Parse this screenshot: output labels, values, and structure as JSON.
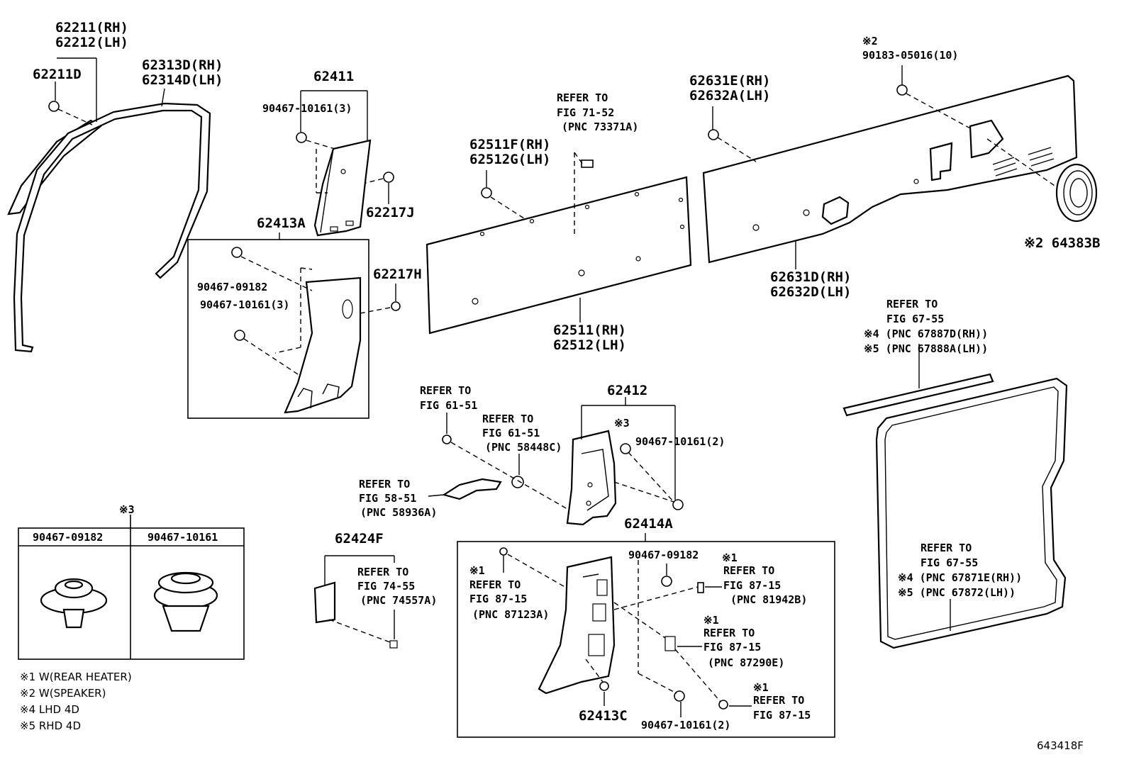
{
  "labels": {
    "l_62211": "62211(RH)",
    "l_62212": "62212(LH)",
    "l_62211D": "62211D",
    "l_62313D": "62313D(RH)",
    "l_62314D": "62314D(LH)",
    "l_62411": "62411",
    "l_90467_10161_3a": "90467-10161(3)",
    "l_62217J": "62217J",
    "l_62413A": "62413A",
    "l_90467_09182_a": "90467-09182",
    "l_90467_10161_3b": "90467-10161(3)",
    "l_62217H": "62217H",
    "l_refer_71_52_a": "REFER TO",
    "l_refer_71_52_b": "FIG 71-52",
    "l_refer_71_52_c": "(PNC 73371A)",
    "l_62511F": "62511F(RH)",
    "l_62512G": "62512G(LH)",
    "l_62511": "62511(RH)",
    "l_62512": "62512(LH)",
    "l_62631E": "62631E(RH)",
    "l_62632A": "62632A(LH)",
    "l_x2_top": "※2",
    "l_90183": "90183-05016(10)",
    "l_64383B": "※2 64383B",
    "l_62631D": "62631D(RH)",
    "l_62632D": "62632D(LH)",
    "l_refer_67_55_top_a": "REFER TO",
    "l_refer_67_55_top_b": "FIG 67-55",
    "l_refer_67_55_top_c": "※4 (PNC 67887D(RH))",
    "l_refer_67_55_top_d": "※5 (PNC 67888A(LH))",
    "l_refer_61_51_a1": "REFER TO",
    "l_refer_61_51_a2": "FIG 61-51",
    "l_refer_61_51_b1": "REFER TO",
    "l_refer_61_51_b2": "FIG 61-51",
    "l_refer_61_51_b3": "(PNC 58448C)",
    "l_62412": "62412",
    "l_x3_mid": "※3",
    "l_90467_10161_2a": "90467-10161(2)",
    "l_refer_58_51_a": "REFER TO",
    "l_refer_58_51_b": "FIG 58-51",
    "l_refer_58_51_c": "(PNC 58936A)",
    "l_62414A": "62414A",
    "l_62424F": "62424F",
    "l_refer_74_55_a": "REFER TO",
    "l_refer_74_55_b": "FIG 74-55",
    "l_refer_74_55_c": "(PNC 74557A)",
    "l_x1_a": "※1",
    "l_refer_87_15_a1": "REFER TO",
    "l_refer_87_15_a2": "FIG 87-15",
    "l_refer_87_15_a3": "(PNC 87123A)",
    "l_90467_09182_b": "90467-09182",
    "l_x1_b": "※1",
    "l_refer_87_15_b1": "REFER TO",
    "l_refer_87_15_b2": "FIG 87-15",
    "l_refer_87_15_b3": "(PNC 81942B)",
    "l_x1_c": "※1",
    "l_refer_87_15_c1": "REFER TO",
    "l_refer_87_15_c2": "FIG 87-15",
    "l_refer_87_15_c3": "(PNC 87290E)",
    "l_x1_d": "※1",
    "l_refer_87_15_d1": "REFER TO",
    "l_refer_87_15_d2": "FIG 87-15",
    "l_62413C": "62413C",
    "l_90467_10161_2b": "90467-10161(2)",
    "l_refer_67_55_bot_a": "REFER TO",
    "l_refer_67_55_bot_b": "FIG 67-55",
    "l_refer_67_55_bot_c": "※4 (PNC 67871E(RH))",
    "l_refer_67_55_bot_d": "※5 (PNC 67872(LH))",
    "l_x3_table": "※3",
    "l_tbl_col1": "90467-09182",
    "l_tbl_col2": "90467-10161",
    "l_code": "643418F"
  },
  "legend": [
    "※1 W(REAR HEATER)",
    "※2 W(SPEAKER)",
    "※4 LHD 4D",
    "※5 RHD 4D"
  ]
}
